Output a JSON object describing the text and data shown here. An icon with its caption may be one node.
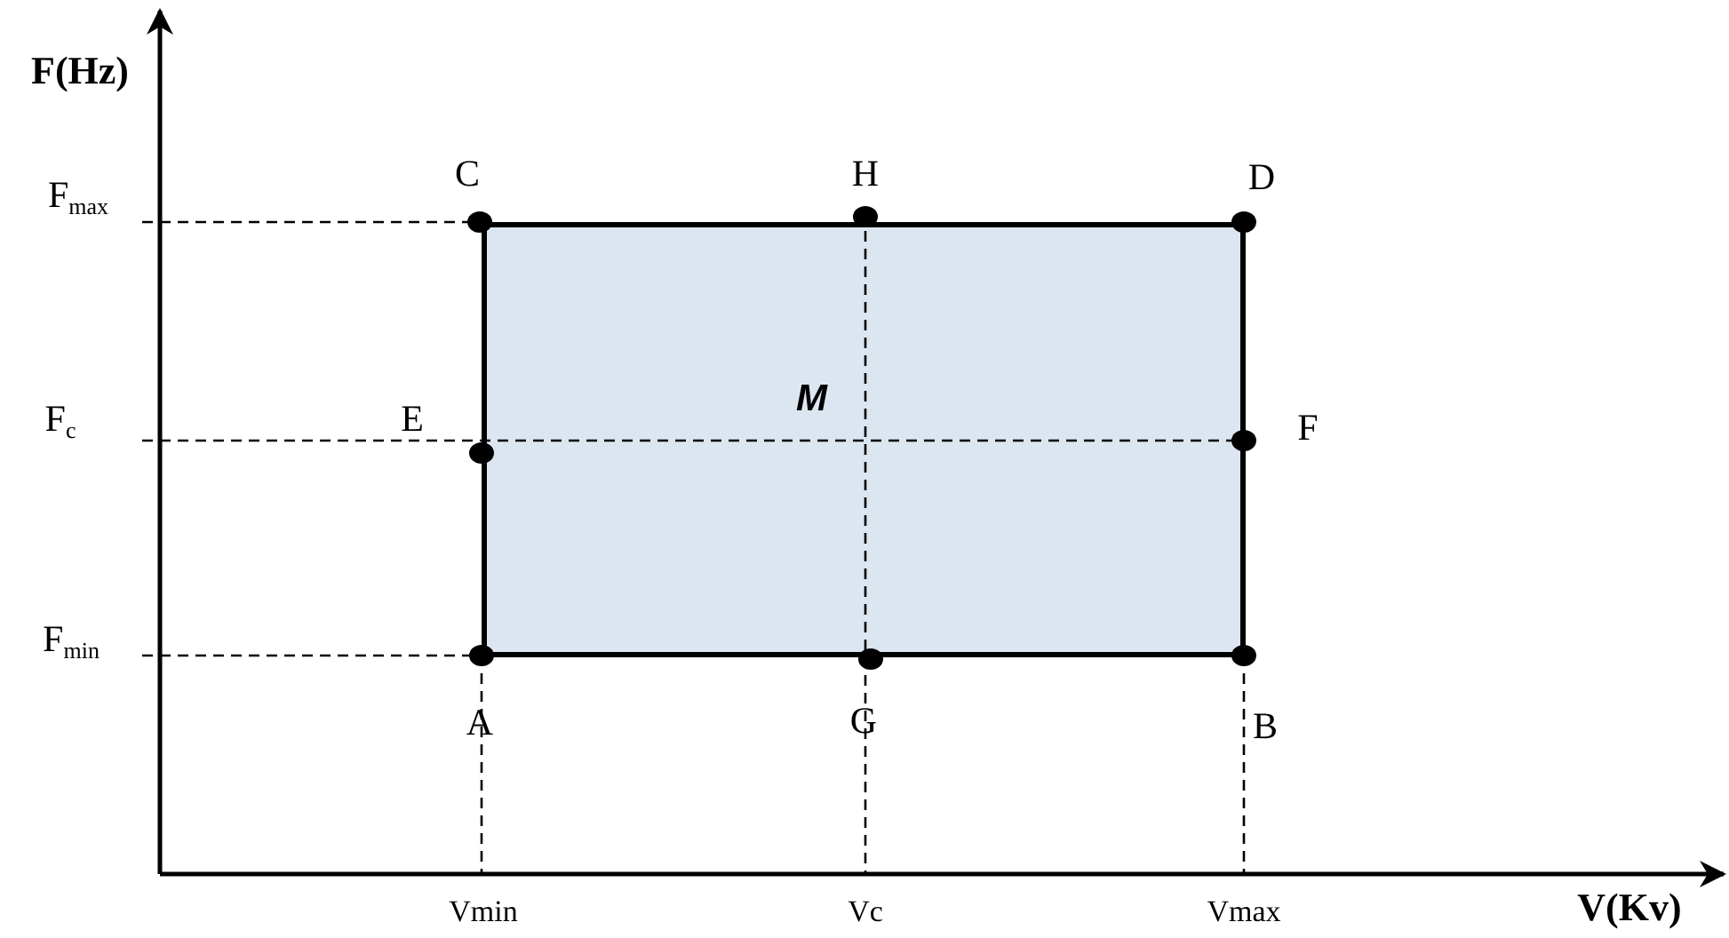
{
  "diagram": {
    "nodes": [
      {
        "text": [
          "M"
        ]
      }
    ],
    "labels": [
      "F(Hz)",
      "C",
      "H",
      "D",
      "F$_{max}$",
      "F$_{c}$",
      "E",
      "F",
      "F$_{min}$",
      "A",
      "G",
      "B",
      "Vmin",
      "Vc",
      "Vmax",
      "V(Kv)"
    ]
  }
}
